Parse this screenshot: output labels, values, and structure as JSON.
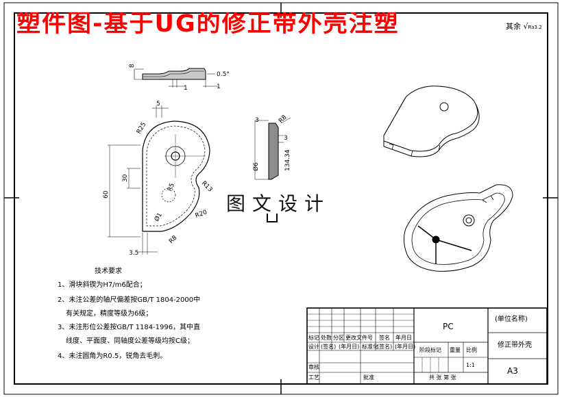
{
  "overlay_title": "塑件图-基于UG的修正带外壳注塑",
  "roughness": {
    "prefix": "其余",
    "symbol": "Ra3.2"
  },
  "watermark": "图文设计",
  "tech_requirements": {
    "title": "技术要求",
    "items": [
      "1、滑块斜锲为H7/m6配合；",
      "2、未注公差的轴尺偏差按GB/T 1804-2000中",
      "有关规定，精度等级为6级；",
      "3、未注形位公差按GB/T 1184-1996，其中直",
      "线度、平面度、同轴度公差等级均按C级；",
      "4、未注圆角为R0.5，锐角去毛刺。"
    ]
  },
  "dimensions": {
    "top_height": "8",
    "top_angle": "0.5°",
    "top_wall_left": "1",
    "top_wall_right": "1",
    "plan_top": "5",
    "plan_r_large": "R25",
    "plan_r_mid": "R13",
    "plan_r_low": "R20",
    "plan_r_hole": "R5",
    "plan_hole": "Ø1",
    "plan_h30": "30",
    "plan_h60": "60",
    "plan_bottom": "3.5",
    "plan_r_small": "R8",
    "side_top": "3",
    "side_mid": "3",
    "side_r": "R8",
    "side_len": "134.34",
    "side_dia": "Ø6"
  },
  "title_block": {
    "material": "PC",
    "unit_name": "(单位名称)",
    "part_name": "修正带外壳",
    "scale": "1:1",
    "sheet": "A3",
    "labels": {
      "mark": "标记",
      "count": "处数",
      "zone": "分区",
      "change_doc": "更改文件号",
      "sign": "签名",
      "date": "年月日",
      "design": "设计",
      "sign2": "(签名)",
      "date2": "(年月日)",
      "standard": "标准化",
      "sign3": "(签名)",
      "date3": "(年月日)",
      "stage_mark": "阶段标记",
      "weight": "重量",
      "ratio": "比例",
      "review": "审核",
      "craft": "工艺",
      "approve": "批准",
      "sheets": "共  张  第  张"
    }
  }
}
